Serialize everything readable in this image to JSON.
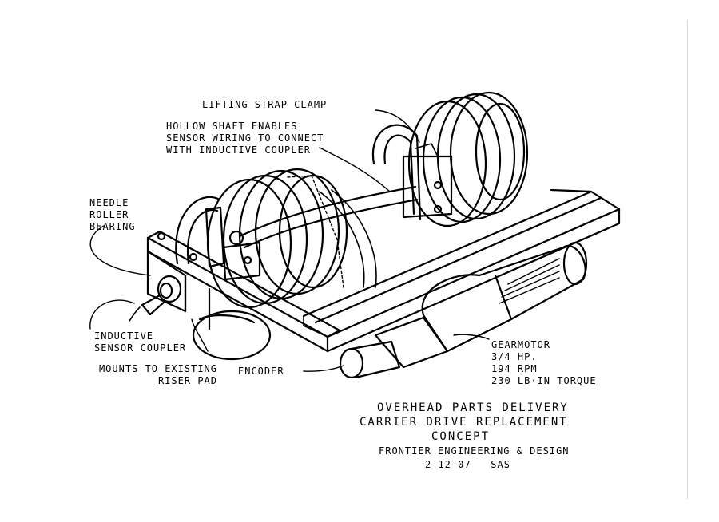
{
  "labels": {
    "lifting_strap_clamp": "LIFTING STRAP CLAMP",
    "hollow_shaft": [
      "HOLLOW SHAFT ENABLES",
      "SENSOR WIRING TO CONNECT",
      "WITH INDUCTIVE COUPLER"
    ],
    "needle_roller_bearing": [
      "NEEDLE",
      "ROLLER",
      "BEARING"
    ],
    "inductive_sensor_coupler": [
      "INDUCTIVE",
      "SENSOR COUPLER"
    ],
    "mounts_to_riser_pad": [
      "MOUNTS TO EXISTING",
      "RISER PAD"
    ],
    "encoder": "ENCODER",
    "gearmotor": [
      "GEARMOTOR",
      "3/4 HP.",
      "194 RPM",
      "230 LB·IN TORQUE"
    ]
  },
  "title_block": {
    "line1": "OVERHEAD PARTS DELIVERY",
    "line2": "CARRIER DRIVE REPLACEMENT",
    "line3": "CONCEPT",
    "company": "FRONTIER ENGINEERING & DESIGN",
    "date_initials": "2-12-07   SAS"
  },
  "colors": {
    "ink": "#000000",
    "paper": "#ffffff"
  }
}
